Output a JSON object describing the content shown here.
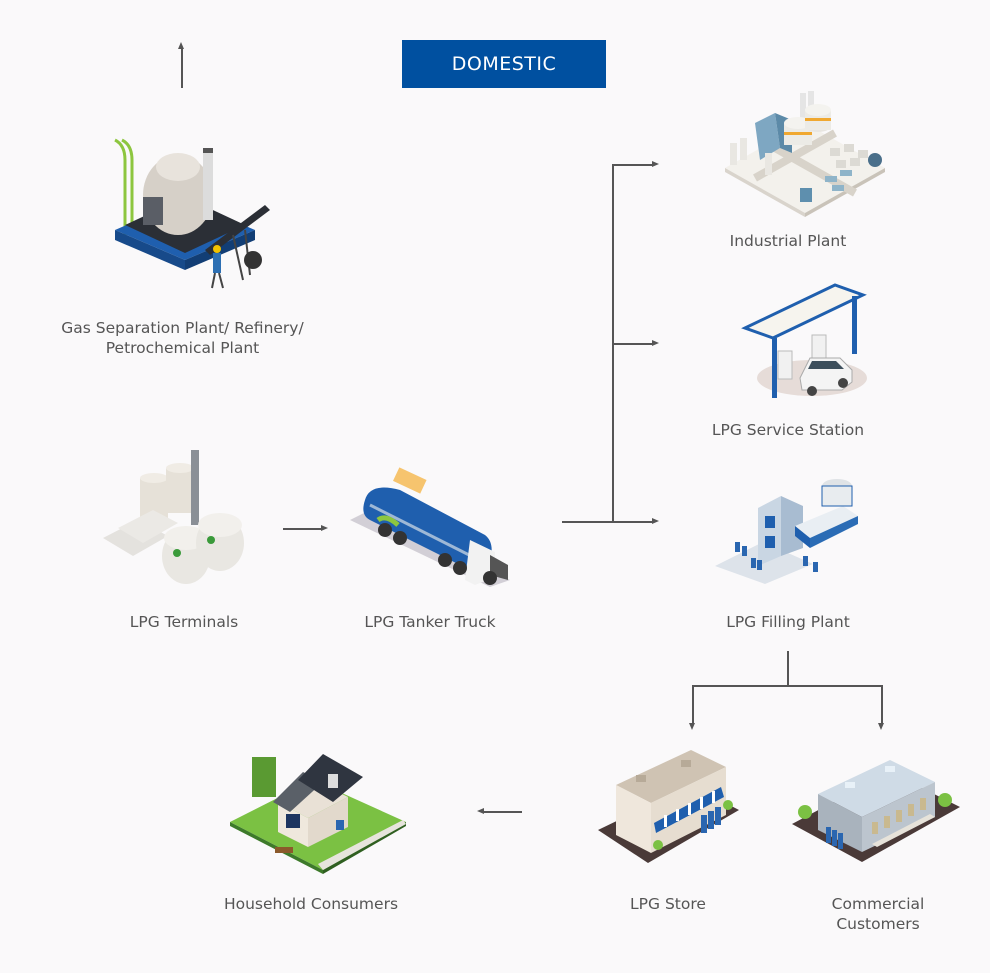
{
  "header": {
    "title": "DOMESTIC",
    "color": "#0050a0"
  },
  "nodes": {
    "gas_separation": {
      "label_line1": "Gas Separation Plant/ Refinery/",
      "label_line2": "Petrochemical Plant",
      "icon": "refinery-illustration"
    },
    "lpg_terminals": {
      "label": "LPG Terminals",
      "icon": "storage-terminal-illustration"
    },
    "lpg_tanker_truck": {
      "label": "LPG Tanker Truck",
      "icon": "tanker-truck-illustration"
    },
    "industrial_plant": {
      "label": "Industrial Plant",
      "icon": "industrial-plant-illustration"
    },
    "lpg_service_station": {
      "label": "LPG Service Station",
      "icon": "service-station-illustration"
    },
    "lpg_filling_plant": {
      "label": "LPG Filling Plant",
      "icon": "filling-plant-illustration"
    },
    "lpg_store": {
      "label": "LPG Store",
      "icon": "store-illustration"
    },
    "commercial_customers": {
      "label_line1": "Commercial",
      "label_line2": "Customers",
      "icon": "commercial-building-illustration"
    },
    "household_consumers": {
      "label": "Household Consumers",
      "icon": "house-illustration"
    }
  },
  "flows": [
    {
      "from": "gas_separation",
      "to": "upstream"
    },
    {
      "from": "lpg_terminals",
      "to": "lpg_tanker_truck"
    },
    {
      "from": "lpg_tanker_truck",
      "to": "industrial_plant"
    },
    {
      "from": "lpg_tanker_truck",
      "to": "lpg_service_station"
    },
    {
      "from": "lpg_tanker_truck",
      "to": "lpg_filling_plant"
    },
    {
      "from": "lpg_filling_plant",
      "to": "lpg_store"
    },
    {
      "from": "lpg_filling_plant",
      "to": "commercial_customers"
    },
    {
      "from": "lpg_store",
      "to": "household_consumers"
    }
  ]
}
